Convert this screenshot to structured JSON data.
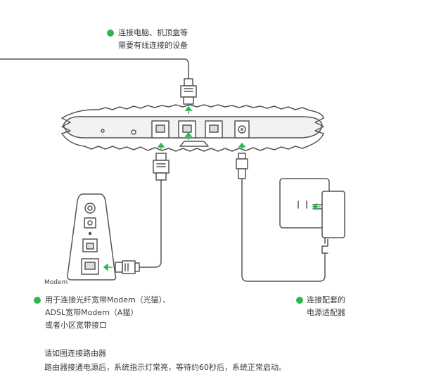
{
  "labels": {
    "top_line1": "连接电脑、机顶盒等",
    "top_line2": "需要有线连接的设备",
    "modem_caption": "Modem",
    "left_line1": "用于连接光纤宽带Modem（光猫）、",
    "left_line2": "ADSL宽带Modem（A猫）",
    "left_line3": "或者小区宽带接口",
    "right_line1": "连接配套的",
    "right_line2": "电源适配器",
    "footer_line1": "请如图连接路由器",
    "footer_line2": "路由器接通电源后，系统指示灯常亮，等待约60秒后，系统正常启动。"
  },
  "colors": {
    "accent_dot": "#2db84d",
    "arrow": "#2db84d",
    "line": "#555555",
    "fill": "#f2f2f2"
  },
  "icons": [
    "bullet-dot-icon",
    "ethernet-plug-icon",
    "power-plug-icon",
    "arrow-up-icon",
    "arrow-left-icon"
  ]
}
